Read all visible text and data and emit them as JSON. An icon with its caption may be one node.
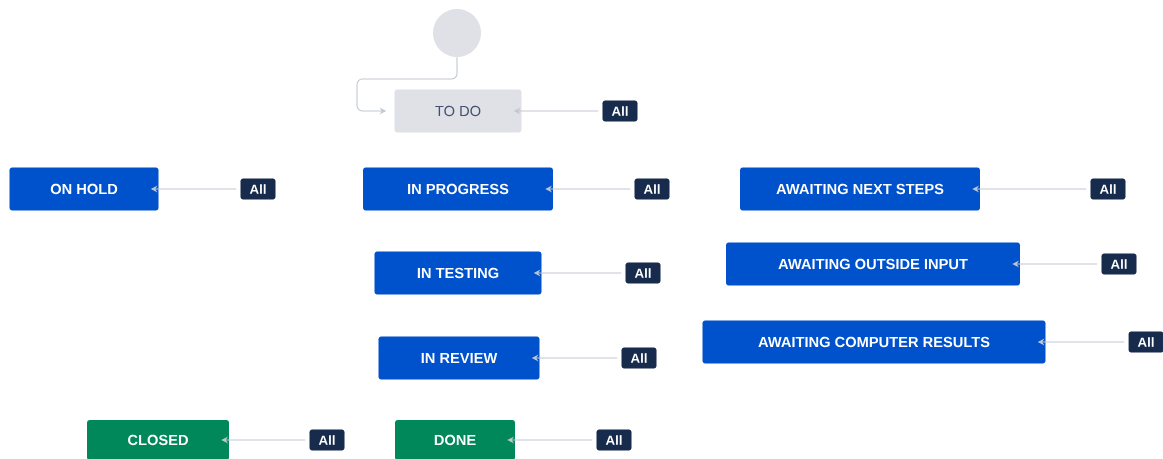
{
  "diagram": {
    "nodes": [
      {
        "text": [],
        "shape": "circle"
      },
      {
        "text": [
          "TO DO"
        ]
      },
      {
        "text": [
          "All"
        ]
      },
      {
        "text": [
          "ON HOLD"
        ]
      },
      {
        "text": [
          "All"
        ]
      },
      {
        "text": [
          "IN PROGRESS"
        ]
      },
      {
        "text": [
          "All"
        ]
      },
      {
        "text": [
          "AWAITING NEXT STEPS"
        ]
      },
      {
        "text": [
          "All"
        ]
      },
      {
        "text": [
          "AWAITING OUTSIDE INPUT"
        ]
      },
      {
        "text": [
          "All"
        ]
      },
      {
        "text": [
          "IN TESTING"
        ]
      },
      {
        "text": [
          "All"
        ]
      },
      {
        "text": [
          "AWAITING COMPUTER RESULTS"
        ]
      },
      {
        "text": [
          "All"
        ]
      },
      {
        "text": [
          "IN REVIEW"
        ]
      },
      {
        "text": [
          "All"
        ]
      },
      {
        "text": [
          "CLOSED"
        ]
      },
      {
        "text": [
          "All"
        ]
      },
      {
        "text": [
          "DONE"
        ]
      },
      {
        "text": [
          "All"
        ]
      }
    ],
    "edges": [
      {
        "from": 0,
        "to": 1,
        "arrow": "to"
      },
      {
        "from": 2,
        "to": 1,
        "arrow": "to"
      },
      {
        "from": 4,
        "to": 3,
        "arrow": "to"
      },
      {
        "from": 6,
        "to": 5,
        "arrow": "to"
      },
      {
        "from": 8,
        "to": 7,
        "arrow": "to"
      },
      {
        "from": 10,
        "to": 9,
        "arrow": "to"
      },
      {
        "from": 12,
        "to": 11,
        "arrow": "to"
      },
      {
        "from": 14,
        "to": 13,
        "arrow": "to"
      },
      {
        "from": 16,
        "to": 15,
        "arrow": "to"
      },
      {
        "from": 18,
        "to": 17,
        "arrow": "to"
      },
      {
        "from": 20,
        "to": 19,
        "arrow": "to"
      }
    ]
  }
}
